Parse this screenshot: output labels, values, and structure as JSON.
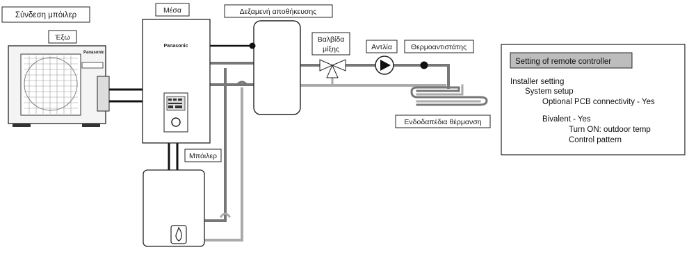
{
  "labels": {
    "boiler_connection": "Σύνδεση μπόιλερ",
    "outdoor": "Έξω",
    "indoor": "Μέσα",
    "storage_tank": "Δεξαμενή αποθήκευσης",
    "mixing_valve_line1": "Βαλβίδα",
    "mixing_valve_line2": "μίξης",
    "pump": "Αντλία",
    "thermostat": "Θερμοαντιστάτης",
    "floor_heating": "Ενδοδαπέδια θέρμανση",
    "boiler": "Μπόιλερ"
  },
  "brand": {
    "outdoor_unit": "Panasonic",
    "indoor_unit": "Panasonic"
  },
  "settings_panel": {
    "title": "Setting of remote controller",
    "lines": [
      "Installer setting",
      "System setup",
      "Optional PCB connectivity - Yes",
      "Bivalent - Yes",
      "Turn ON: outdoor temp",
      "Control pattern"
    ]
  },
  "colors": {
    "pipe": "#6e6e6e",
    "pipe_light": "#a9a9a9",
    "outline": "#222222",
    "panel_header_bg": "#bdbdbd"
  }
}
